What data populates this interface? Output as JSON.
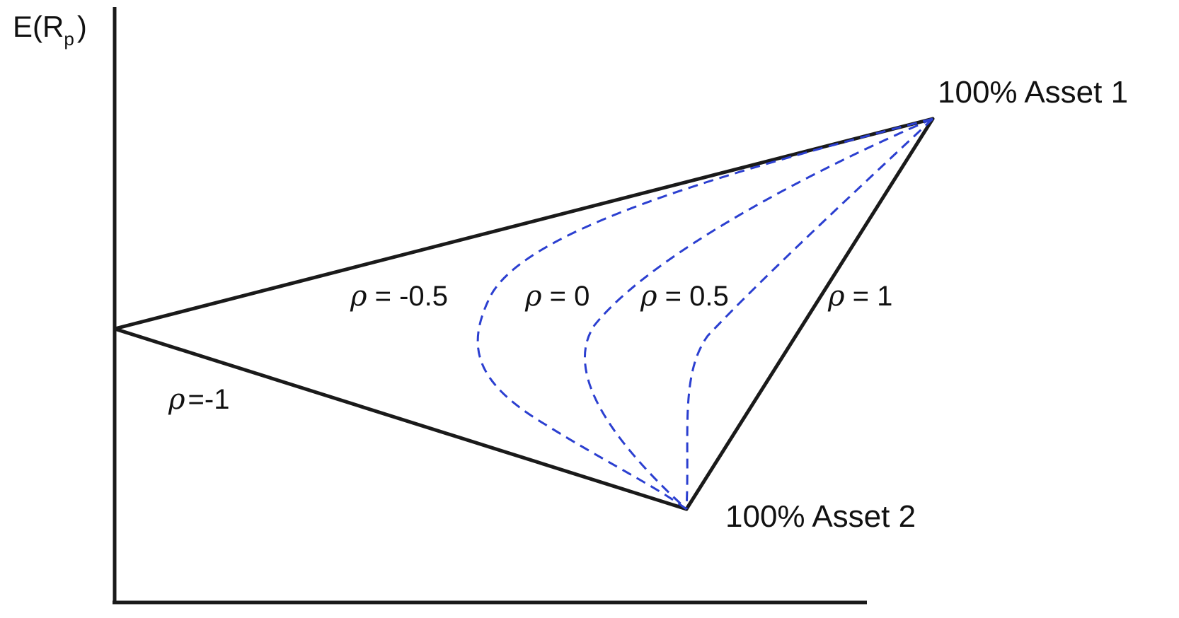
{
  "axis": {
    "y_label_main": "E(R",
    "y_label_sub": "p",
    "y_label_close": ")"
  },
  "points": {
    "asset1": "100% Asset 1",
    "asset2": "100% Asset 2"
  },
  "correlations": {
    "symbol": "ρ",
    "labels": [
      {
        "id": "neg-one",
        "text": "=-1"
      },
      {
        "id": "neg-half",
        "text": " = -0.5"
      },
      {
        "id": "zero",
        "text": " = 0"
      },
      {
        "id": "half",
        "text": " = 0.5"
      },
      {
        "id": "one",
        "text": " = 1"
      }
    ]
  },
  "colors": {
    "solid": "#1a1a1a",
    "dashed": "#2b3fd0"
  }
}
